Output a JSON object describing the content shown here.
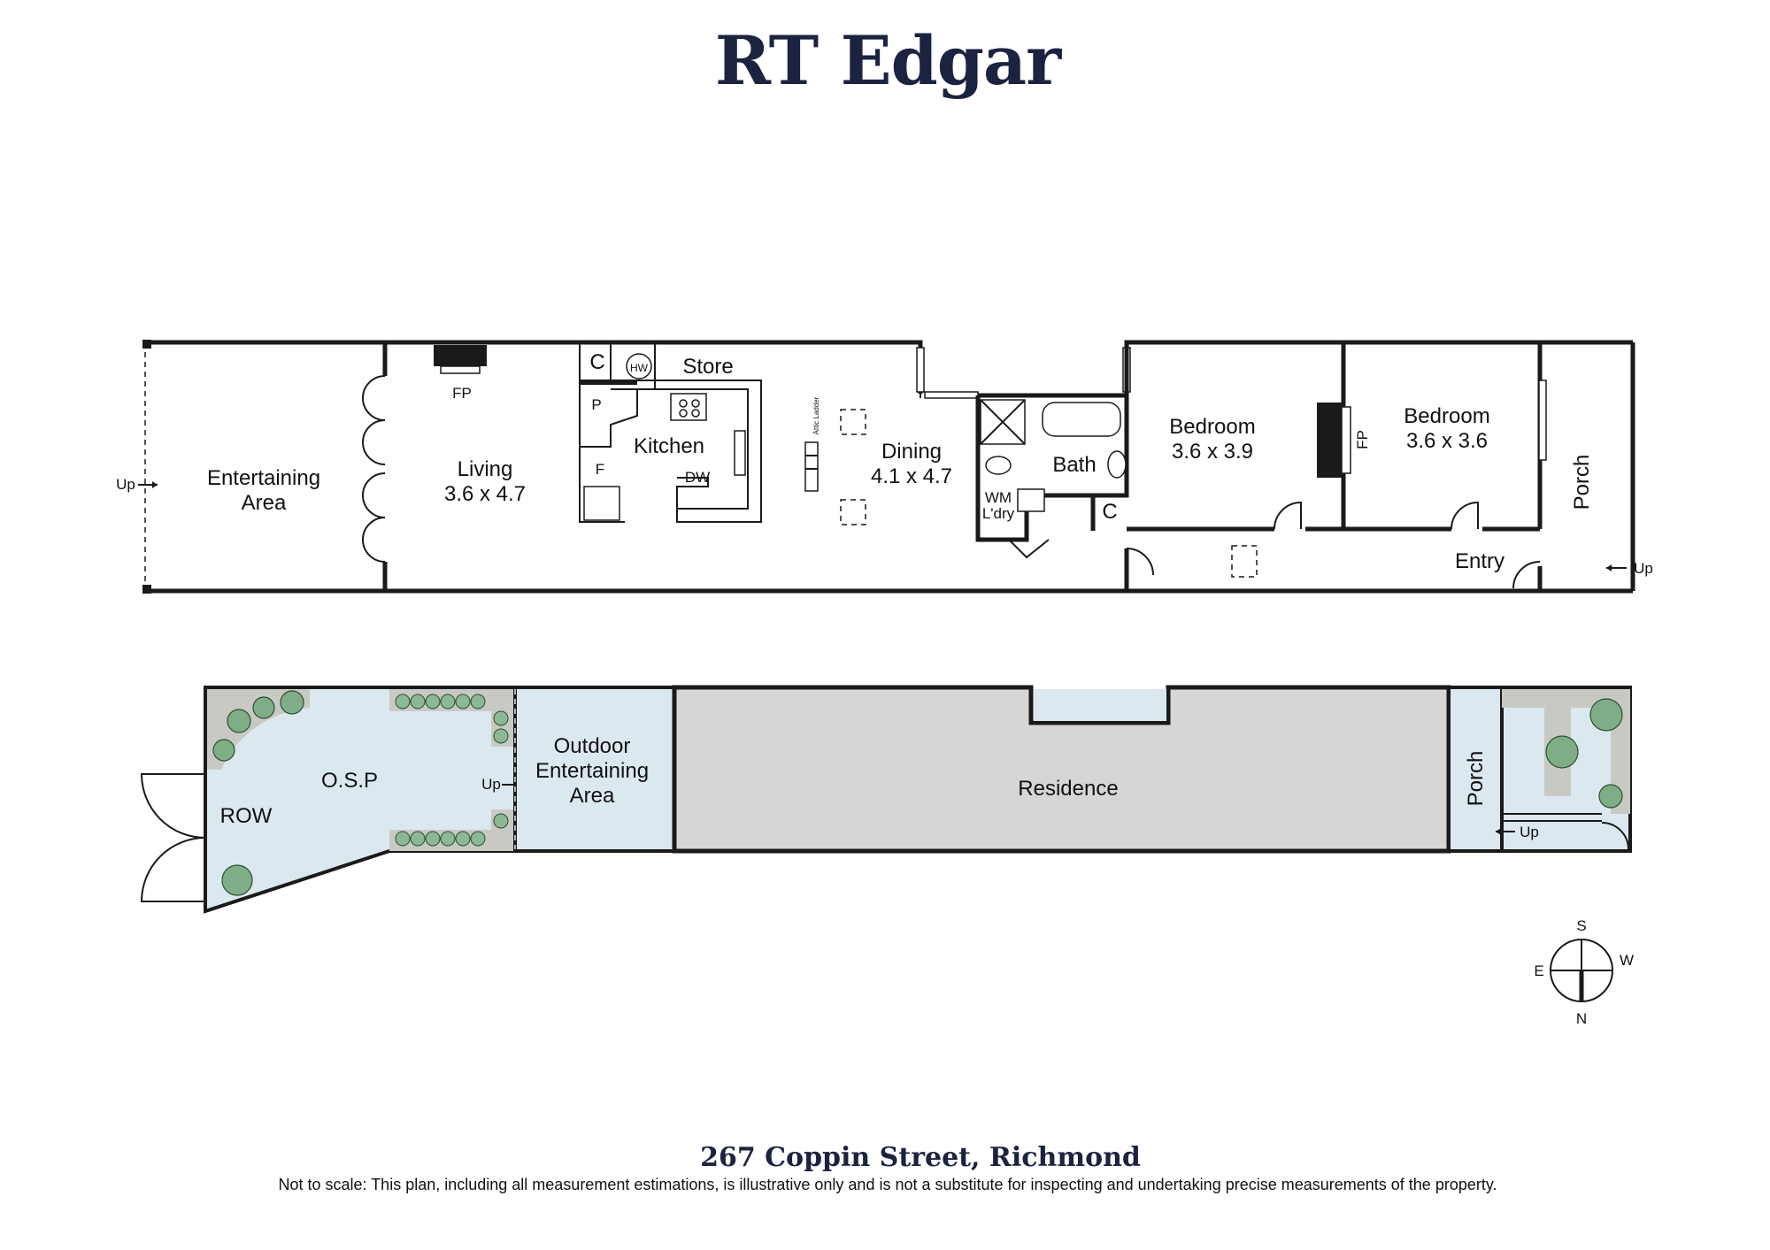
{
  "brand": {
    "name": "RT Edgar",
    "color": "#1c2340"
  },
  "floor_plan": {
    "outdoor_entertaining": "Outdoor\nEntertaining\nArea",
    "up_left": "Up",
    "living": {
      "name": "Living",
      "size": "3.6 x 4.7"
    },
    "fp_living": "FP",
    "c_store": "C",
    "hw": "HW",
    "store": "Store",
    "p": "P",
    "f": "F",
    "kitchen": "Kitchen",
    "dw": "DW",
    "attic_ladder": "Attic Ladder",
    "dining": {
      "name": "Dining",
      "size": "4.1 x 4.7"
    },
    "bath": "Bath",
    "wm": "WM",
    "ldry": "L'dry",
    "c_bath": "C",
    "bedroom1": {
      "name": "Bedroom",
      "size": "3.6 x 3.9"
    },
    "fp_bed": "FP",
    "bedroom2": {
      "name": "Bedroom",
      "size": "3.6 x 3.6"
    },
    "porch": "Porch",
    "entry": "Entry",
    "up_right": "Up"
  },
  "site_plan": {
    "row": "ROW",
    "osp": "O.S.P",
    "up_osp": "Up",
    "outdoor_entertaining": "Outdoor\nEntertaining\nArea",
    "residence": "Residence",
    "porch": "Porch",
    "up_porch": "Up"
  },
  "compass": {
    "s": "S",
    "e": "E",
    "w": "W",
    "n": "N"
  },
  "address": "267 Coppin Street, Richmond",
  "disclaimer": "Not to scale: This plan, including all measurement estimations, is illustrative only and is not a substitute for inspecting and undertaking precise measurements of the property.",
  "colors": {
    "site_blue": "#dce8ef",
    "residence_grey": "#d6d6d6",
    "garden_grey": "#c9c9c4",
    "plant_green": "#7fae86"
  }
}
